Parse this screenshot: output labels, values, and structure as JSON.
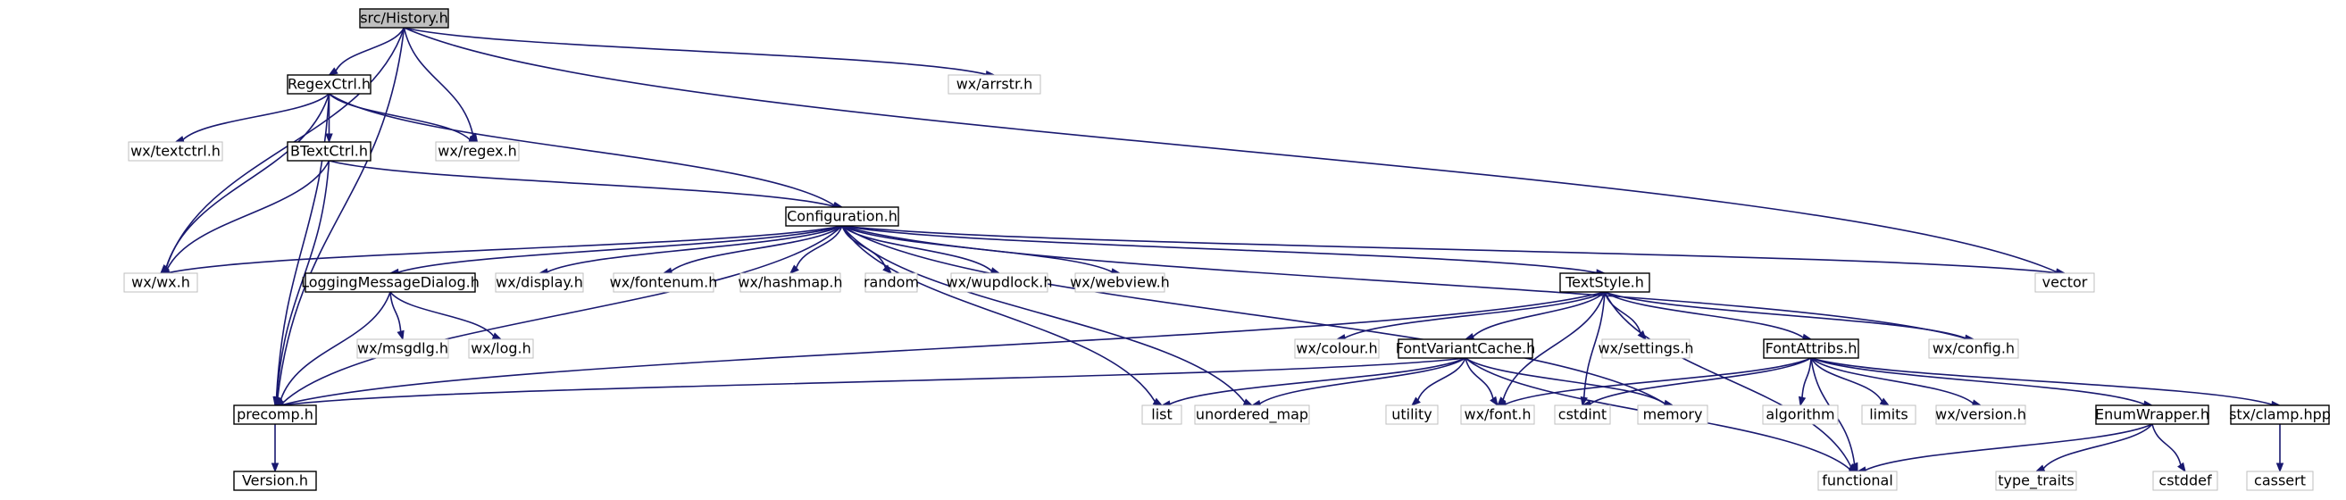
{
  "colors": {
    "edge": "#191970",
    "root_fill": "#bfbfbf",
    "node_fill": "#ffffff",
    "solid_border": "#000000",
    "external_border": "#bfbfbf",
    "external_text": "#000000"
  },
  "graph": {
    "root": "src/History.h",
    "nodes": [
      {
        "id": "history",
        "label": "src/History.h",
        "kind": "root"
      },
      {
        "id": "regexctrl",
        "label": "RegexCtrl.h",
        "kind": "file"
      },
      {
        "id": "arrstr",
        "label": "wx/arrstr.h",
        "kind": "external"
      },
      {
        "id": "textctrl",
        "label": "wx/textctrl.h",
        "kind": "external"
      },
      {
        "id": "btextctrl",
        "label": "BTextCtrl.h",
        "kind": "file"
      },
      {
        "id": "regex",
        "label": "wx/regex.h",
        "kind": "external"
      },
      {
        "id": "configuration",
        "label": "Configuration.h",
        "kind": "file"
      },
      {
        "id": "vector",
        "label": "vector",
        "kind": "external"
      },
      {
        "id": "wx",
        "label": "wx/wx.h",
        "kind": "external"
      },
      {
        "id": "loggingdlg",
        "label": "LoggingMessageDialog.h",
        "kind": "file"
      },
      {
        "id": "display",
        "label": "wx/display.h",
        "kind": "external"
      },
      {
        "id": "fontenum",
        "label": "wx/fontenum.h",
        "kind": "external"
      },
      {
        "id": "hashmap",
        "label": "wx/hashmap.h",
        "kind": "external"
      },
      {
        "id": "random",
        "label": "random",
        "kind": "external"
      },
      {
        "id": "wupdlock",
        "label": "wx/wupdlock.h",
        "kind": "external"
      },
      {
        "id": "webview",
        "label": "wx/webview.h",
        "kind": "external"
      },
      {
        "id": "textstyle",
        "label": "TextStyle.h",
        "kind": "file"
      },
      {
        "id": "msgdlg",
        "label": "wx/msgdlg.h",
        "kind": "external"
      },
      {
        "id": "log",
        "label": "wx/log.h",
        "kind": "external"
      },
      {
        "id": "colour",
        "label": "wx/colour.h",
        "kind": "external"
      },
      {
        "id": "fontvariant",
        "label": "FontVariantCache.h",
        "kind": "file"
      },
      {
        "id": "settings",
        "label": "wx/settings.h",
        "kind": "external"
      },
      {
        "id": "fontattribs",
        "label": "FontAttribs.h",
        "kind": "file"
      },
      {
        "id": "config",
        "label": "wx/config.h",
        "kind": "external"
      },
      {
        "id": "precomp",
        "label": "precomp.h",
        "kind": "file"
      },
      {
        "id": "list",
        "label": "list",
        "kind": "external"
      },
      {
        "id": "unordered_map",
        "label": "unordered_map",
        "kind": "external"
      },
      {
        "id": "utility",
        "label": "utility",
        "kind": "external"
      },
      {
        "id": "font",
        "label": "wx/font.h",
        "kind": "external"
      },
      {
        "id": "cstdint",
        "label": "cstdint",
        "kind": "external"
      },
      {
        "id": "memory",
        "label": "memory",
        "kind": "external"
      },
      {
        "id": "algorithm",
        "label": "algorithm",
        "kind": "external"
      },
      {
        "id": "limits",
        "label": "limits",
        "kind": "external"
      },
      {
        "id": "version_h",
        "label": "wx/version.h",
        "kind": "external"
      },
      {
        "id": "enumwrapper",
        "label": "EnumWrapper.h",
        "kind": "file"
      },
      {
        "id": "clamp",
        "label": "stx/clamp.hpp",
        "kind": "file"
      },
      {
        "id": "version",
        "label": "Version.h",
        "kind": "file"
      },
      {
        "id": "functional",
        "label": "functional",
        "kind": "external"
      },
      {
        "id": "type_traits",
        "label": "type_traits",
        "kind": "external"
      },
      {
        "id": "cstddef",
        "label": "cstddef",
        "kind": "external"
      },
      {
        "id": "cassert",
        "label": "cassert",
        "kind": "external"
      }
    ],
    "edges": [
      [
        "history",
        "regexctrl"
      ],
      [
        "history",
        "arrstr"
      ],
      [
        "history",
        "regex"
      ],
      [
        "history",
        "vector"
      ],
      [
        "history",
        "wx"
      ],
      [
        "history",
        "precomp"
      ],
      [
        "regexctrl",
        "textctrl"
      ],
      [
        "regexctrl",
        "btextctrl"
      ],
      [
        "regexctrl",
        "regex"
      ],
      [
        "regexctrl",
        "configuration"
      ],
      [
        "regexctrl",
        "wx"
      ],
      [
        "regexctrl",
        "precomp"
      ],
      [
        "btextctrl",
        "configuration"
      ],
      [
        "btextctrl",
        "wx"
      ],
      [
        "btextctrl",
        "precomp"
      ],
      [
        "configuration",
        "vector"
      ],
      [
        "configuration",
        "wx"
      ],
      [
        "configuration",
        "loggingdlg"
      ],
      [
        "configuration",
        "display"
      ],
      [
        "configuration",
        "fontenum"
      ],
      [
        "configuration",
        "hashmap"
      ],
      [
        "configuration",
        "random"
      ],
      [
        "configuration",
        "wupdlock"
      ],
      [
        "configuration",
        "webview"
      ],
      [
        "configuration",
        "textstyle"
      ],
      [
        "configuration",
        "config"
      ],
      [
        "configuration",
        "precomp"
      ],
      [
        "configuration",
        "list"
      ],
      [
        "configuration",
        "unordered_map"
      ],
      [
        "configuration",
        "memory"
      ],
      [
        "loggingdlg",
        "msgdlg"
      ],
      [
        "loggingdlg",
        "log"
      ],
      [
        "loggingdlg",
        "precomp"
      ],
      [
        "textstyle",
        "colour"
      ],
      [
        "textstyle",
        "fontvariant"
      ],
      [
        "textstyle",
        "settings"
      ],
      [
        "textstyle",
        "fontattribs"
      ],
      [
        "textstyle",
        "config"
      ],
      [
        "textstyle",
        "precomp"
      ],
      [
        "textstyle",
        "font"
      ],
      [
        "textstyle",
        "cstdint"
      ],
      [
        "textstyle",
        "functional"
      ],
      [
        "fontvariant",
        "precomp"
      ],
      [
        "fontvariant",
        "list"
      ],
      [
        "fontvariant",
        "unordered_map"
      ],
      [
        "fontvariant",
        "utility"
      ],
      [
        "fontvariant",
        "font"
      ],
      [
        "fontvariant",
        "memory"
      ],
      [
        "fontvariant",
        "functional"
      ],
      [
        "fontattribs",
        "font"
      ],
      [
        "fontattribs",
        "cstdint"
      ],
      [
        "fontattribs",
        "algorithm"
      ],
      [
        "fontattribs",
        "limits"
      ],
      [
        "fontattribs",
        "version_h"
      ],
      [
        "fontattribs",
        "enumwrapper"
      ],
      [
        "fontattribs",
        "clamp"
      ],
      [
        "fontattribs",
        "functional"
      ],
      [
        "precomp",
        "version"
      ],
      [
        "enumwrapper",
        "functional"
      ],
      [
        "enumwrapper",
        "type_traits"
      ],
      [
        "enumwrapper",
        "cstddef"
      ],
      [
        "clamp",
        "cassert"
      ]
    ]
  }
}
